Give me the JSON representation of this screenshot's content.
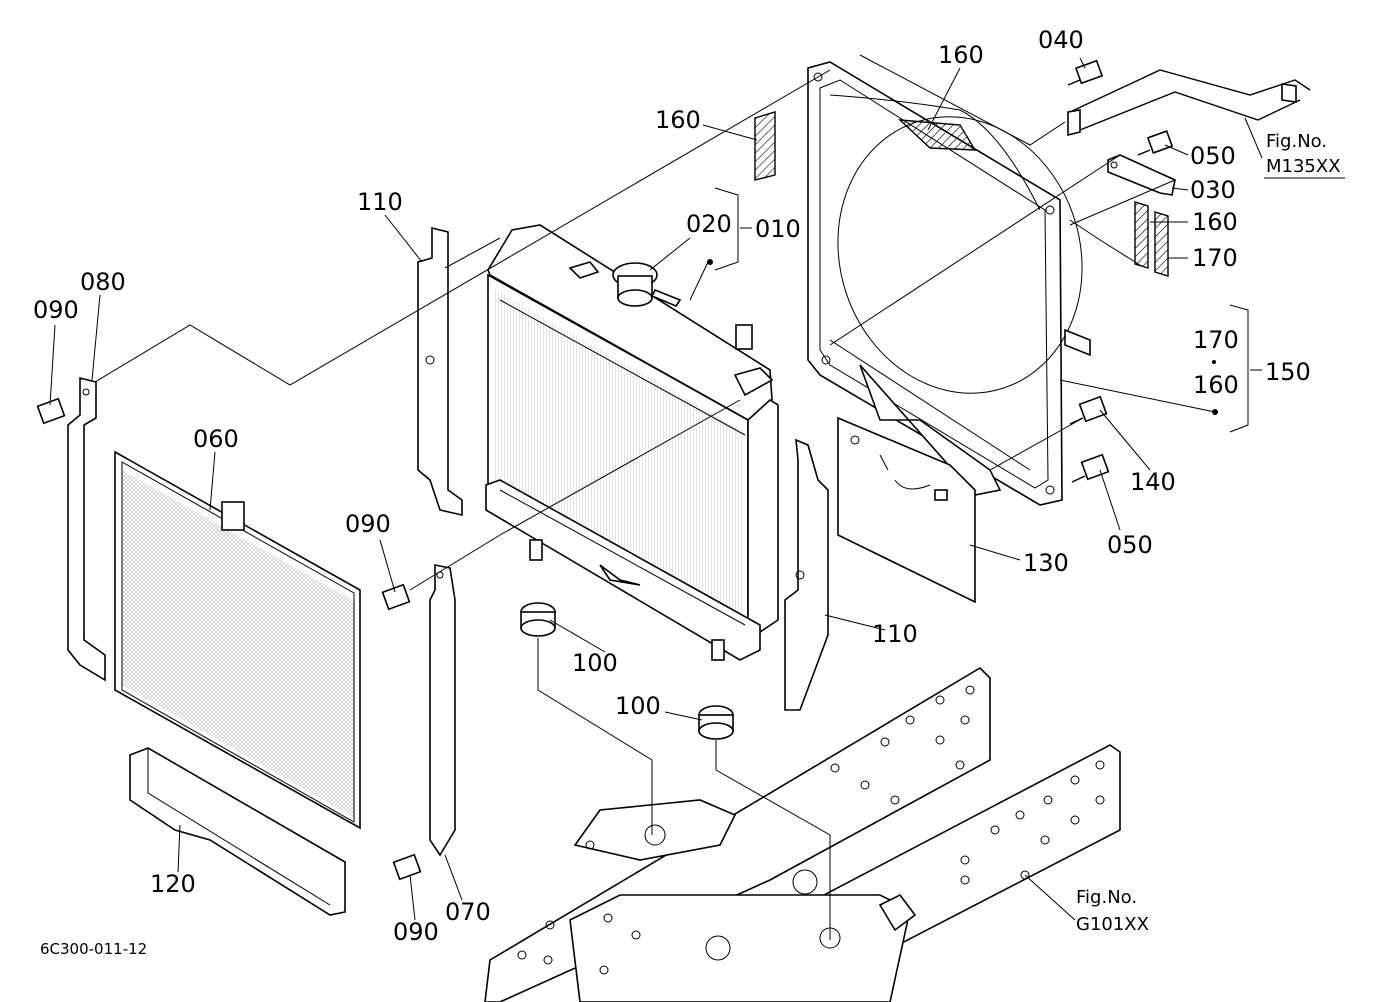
{
  "drawing_code": "6C300-011-12",
  "fig_refs": {
    "top": {
      "title": "Fig.No.",
      "code": "M135XX"
    },
    "bottom": {
      "title": "Fig.No.",
      "code": "G101XX"
    }
  },
  "labels": {
    "l040": "040",
    "l160_top": "160",
    "l160_left": "160",
    "l110_left": "110",
    "l020": "020",
    "l010": "010",
    "l050_top": "050",
    "l030": "030",
    "l160_right": "160",
    "l170_right": "170",
    "l080": "080",
    "l090_left": "090",
    "l060": "060",
    "l170_set": "170",
    "l160_set": "160",
    "l150": "150",
    "l140": "140",
    "l050_bottom": "050",
    "l090_mid": "090",
    "l130": "130",
    "l110_right": "110",
    "l100_a": "100",
    "l100_b": "100",
    "l120": "120",
    "l090_bottom": "090",
    "l070": "070"
  }
}
